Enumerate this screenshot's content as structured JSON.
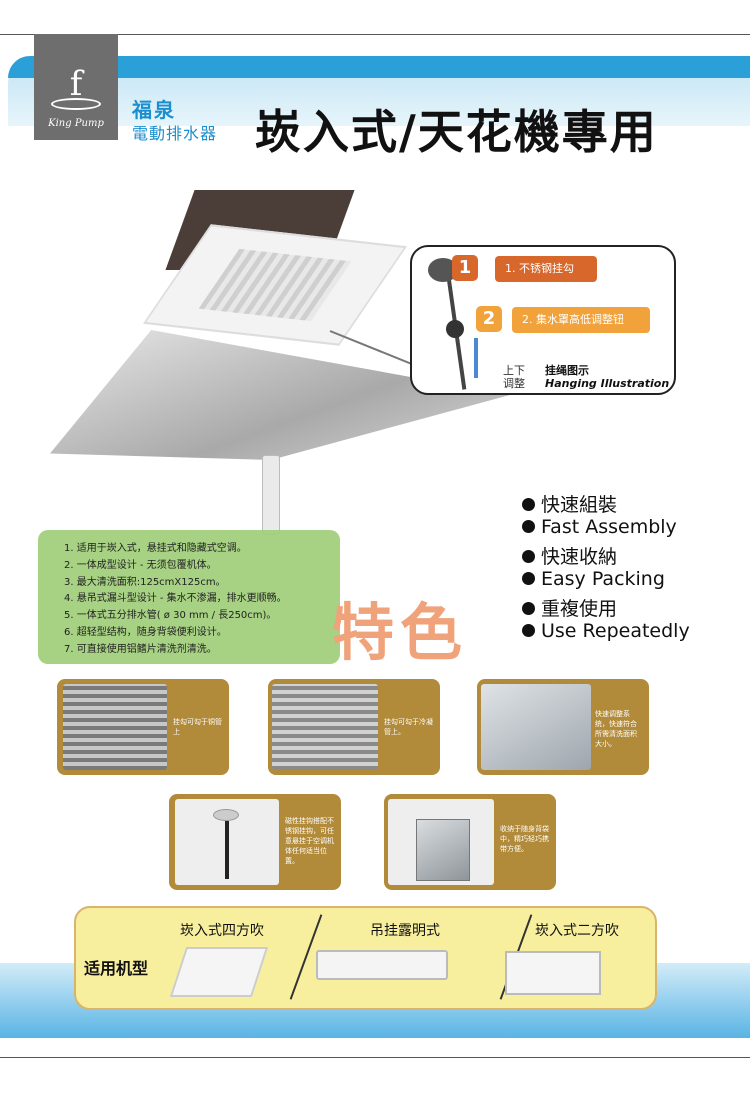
{
  "brand": {
    "name": "福泉",
    "subtitle": "電動排水器",
    "logo_text": "King Pump"
  },
  "title": "崁入式/天花機專用",
  "callout": {
    "step1_num": "1",
    "step1_label": "1. 不锈钢挂勾",
    "step2_num": "2",
    "step2_label": "2. 集水罩高低调整钮",
    "adjust": "上下调整",
    "hanging_cn": "挂绳图示",
    "hanging_en": "Hanging Illustration"
  },
  "features": [
    "快速組裝",
    "Fast Assembly",
    "快速收納",
    "Easy Packing",
    "重複使用",
    "Use Repeatedly"
  ],
  "specs": [
    "1. 适用于崁入式，悬挂式和隐藏式空调。",
    "2. 一体成型设计 - 无须包覆机体。",
    "3. 最大清洗面积:125cmX125cm。",
    "4. 悬吊式漏斗型设计 - 集水不渗漏，排水更顺畅。",
    "5. 一体式五分排水管( ø 30 mm / 長250cm)。",
    "6. 超轻型结构，随身背袋便利设计。",
    "7. 可直接使用铝鳍片清洗剂清洗。"
  ],
  "highlight": "特色",
  "cards": [
    {
      "text": "挂勾可勾于铜管上"
    },
    {
      "text": "挂勾可勾于冷凝管上。"
    },
    {
      "text": "快速调整系统，快速符合所需清洗面积大小。"
    },
    {
      "text": "磁性挂钩搭配不锈钢挂钩，可任意悬挂于空调机体任何适当位置。"
    },
    {
      "text": "收纳于随身背袋中，精巧轻巧携带方便。"
    }
  ],
  "models": {
    "label": "适用机型",
    "m1": "崁入式四方吹",
    "m2": "吊挂露明式",
    "m3": "崁入式二方吹"
  }
}
